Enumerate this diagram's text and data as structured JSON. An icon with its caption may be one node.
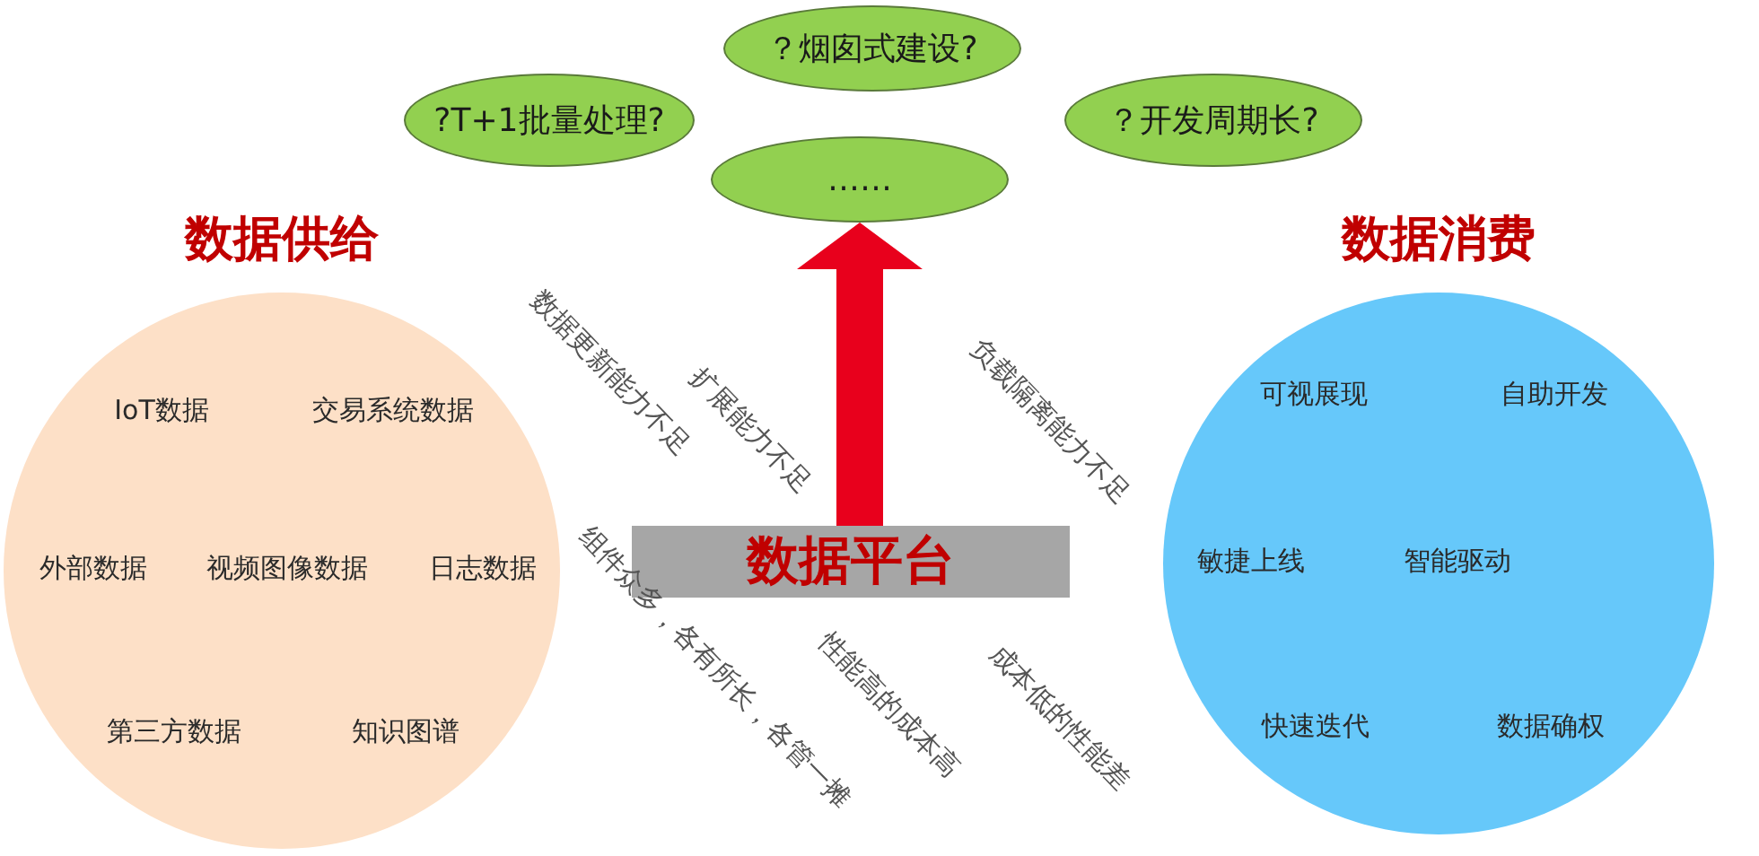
{
  "diagram": {
    "nodes": [
      {
        "text": [
          "?T+1批量处理?"
        ]
      },
      {
        "text": [
          "？烟囱式建设?"
        ]
      },
      {
        "text": [
          "？开发周期长?"
        ]
      },
      {
        "text": [
          "……"
        ]
      },
      {
        "text": [
          "数据平台"
        ]
      },
      {
        "text": [
          "数据供给",
          "IoT数据",
          "交易系统数据",
          "外部数据",
          "视频图像数据",
          "日志数据",
          "第三方数据",
          "知识图谱"
        ]
      },
      {
        "text": [
          "数据消费",
          "可视展现",
          "自助开发",
          "敏捷上线",
          "智能驱动",
          "快速迭代",
          "数据确权"
        ]
      }
    ],
    "edges": [
      {
        "from": 4,
        "to": 3,
        "arrow": "to",
        "style": "thick",
        "color": "#e8001c"
      }
    ],
    "labels": [
      "数据更新能力不足",
      "扩展能力不足",
      "负载隔离能力不足",
      "组件众多，各有所长，各管一摊",
      "性能高的成本高",
      "成本低的性能差"
    ]
  }
}
